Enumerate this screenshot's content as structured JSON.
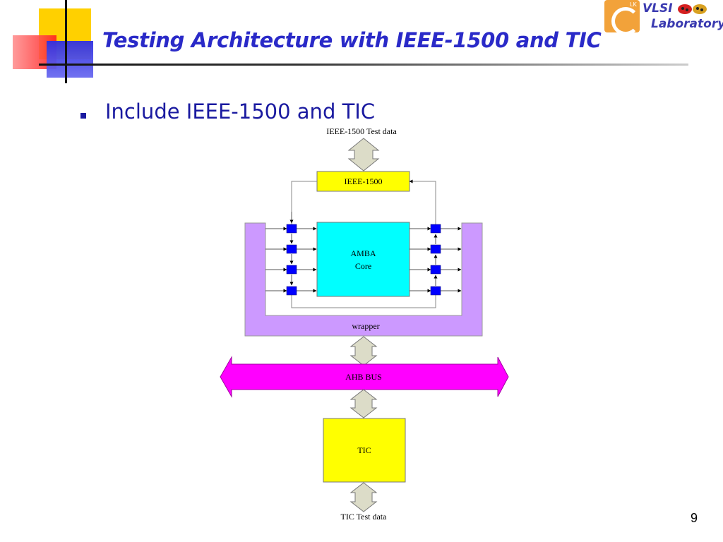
{
  "slide": {
    "title": "Testing Architecture with IEEE-1500 and TIC",
    "bullets": [
      {
        "text": "Include IEEE-1500 and TIC"
      }
    ],
    "page_number": "9"
  },
  "logo": {
    "line1": "VLSI",
    "line2": "Laboratory",
    "mark_text": "LK"
  },
  "diagram": {
    "ieee_test_data_label": "IEEE-1500 Test data",
    "ieee_block_label": "IEEE-1500",
    "core_label_line1": "AMBA",
    "core_label_line2": "Core",
    "wrapper_label": "wrapper",
    "bus_label": "AHB BUS",
    "tic_block_label": "TIC",
    "tic_test_data_label": "TIC Test data",
    "colors": {
      "ieee_block": "#ffff00",
      "core": "#00ffff",
      "wrapper": "#cc99ff",
      "bus": "#ff00ff",
      "tic_block": "#ffff00",
      "cells": "#0000ff",
      "connectors": "#dcdcc8"
    }
  }
}
